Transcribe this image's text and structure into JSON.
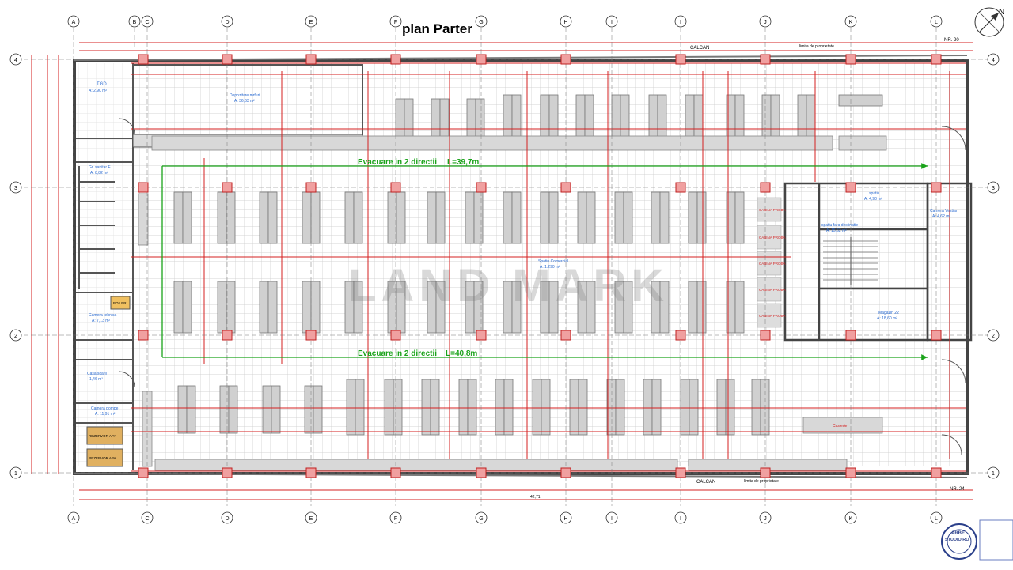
{
  "title": "plan Parter",
  "watermark": "LAND MARK",
  "grid_axes_top": [
    "A",
    "B",
    "C",
    "D",
    "E",
    "F",
    "G",
    "H",
    "I",
    "I",
    "J",
    "K",
    "L"
  ],
  "grid_axes_bottom": [
    "A",
    "C",
    "D",
    "E",
    "F",
    "G",
    "H",
    "I",
    "I",
    "J",
    "K",
    "L"
  ],
  "grid_axes_side": [
    "4",
    "3",
    "2",
    "1"
  ],
  "compass": "N",
  "evac_top": {
    "label": "Evacuare in 2 directii",
    "length": "L=39,7m"
  },
  "evac_bottom": {
    "label": "Evacuare in 2 directii",
    "length": "L=40,8m"
  },
  "labels": {
    "calcan_top": "CALCAN",
    "calcan_bottom": "CALCAN",
    "nr_top": "NR. 20",
    "nr_bottom": "NR. 24",
    "limita_top": "limita de proprietate",
    "limita_bottom": "limita de proprietate",
    "tgd": "TGD",
    "tgd_area": "A: 2,90 m²",
    "depozit": "Depozitare mrfuri",
    "depozit_area": "A: 36,63 m²",
    "gr_sanitar": "Gr. sanitar F",
    "gr_sanitar_area": "A: 8,82 m²",
    "centrala": "Camera tehnica",
    "centrala_area": "A: 7,13 m²",
    "boiler": "BOILER",
    "casa_scarii": "Casa scarii",
    "casa_scarii_area": "1,46 m²",
    "camera_pompe": "Camera pompe",
    "camera_pompe_area": "A: 11,91 m²",
    "rezervor1": "REZERVOR APA",
    "rezervor2": "REZERVOR APA",
    "spatiu_comercial": "Spatiu Comercial",
    "spatiu_comercial_area": "A: 1.290 m²",
    "cabina": "CABINA PROBA",
    "spatiu": "spatiu",
    "spatiu_area": "A: 4,90 m²",
    "spatiu_fara": "spatiu fara destinatie",
    "spatiu_fara_area": "A: 15,62 m²",
    "camera_vestiar": "Camera Vestiar",
    "camera_vestiar_area": "A: 4,62 m²",
    "magazin": "Magazin 22",
    "magazin_area": "A: 18,60 m²",
    "casierie": "Casierie",
    "dim_total": "42,71",
    "stamp1": "ARBE",
    "stamp2": "STUDIO RO"
  }
}
